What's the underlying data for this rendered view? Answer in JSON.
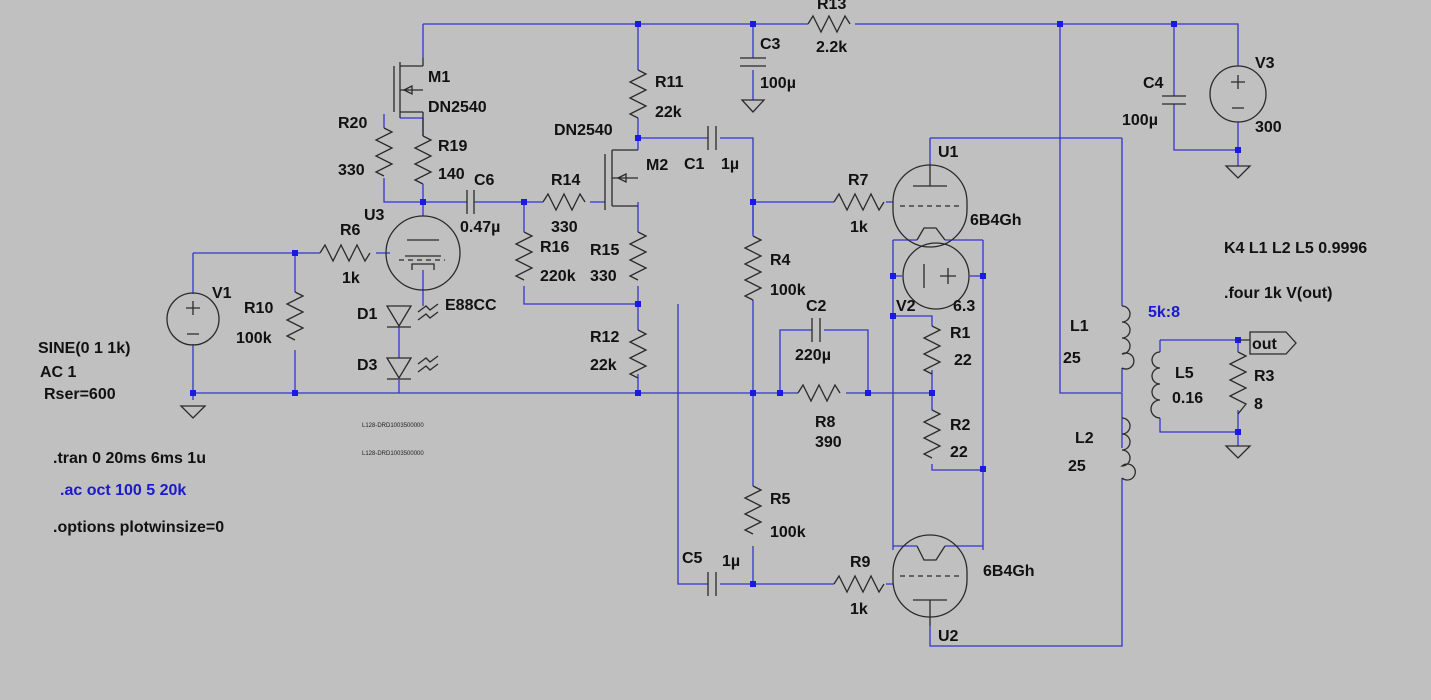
{
  "components": {
    "r13": {
      "name": "R13",
      "value": "2.2k"
    },
    "c3": {
      "name": "C3",
      "value": "100µ"
    },
    "c4": {
      "name": "C4",
      "value": "100µ"
    },
    "v3": {
      "name": "V3",
      "value": "300"
    },
    "m1": {
      "name": "M1",
      "value": "DN2540"
    },
    "m2": {
      "name": "M2",
      "value": "DN2540"
    },
    "r20": {
      "name": "R20",
      "value": "330"
    },
    "r19": {
      "name": "R19",
      "value": "140"
    },
    "r11": {
      "name": "R11",
      "value": "22k"
    },
    "c1": {
      "name": "C1",
      "value": "1µ"
    },
    "u1": {
      "name": "U1",
      "value": "6B4Gh"
    },
    "u2": {
      "name": "U2",
      "value": "6B4Gh"
    },
    "u3": {
      "name": "U3",
      "value": "E88CC"
    },
    "c6": {
      "name": "C6",
      "value": "0.47µ"
    },
    "r14": {
      "name": "R14",
      "value": "330"
    },
    "r16": {
      "name": "R16",
      "value": "220k"
    },
    "r15": {
      "name": "R15",
      "value": "330"
    },
    "r7": {
      "name": "R7",
      "value": "1k"
    },
    "r6": {
      "name": "R6",
      "value": "1k"
    },
    "v1": {
      "name": "V1",
      "line1": "SINE(0 1 1k)",
      "line2": "AC 1",
      "line3": "Rser=600"
    },
    "r10": {
      "name": "R10",
      "value": "100k"
    },
    "d1": {
      "name": "D1"
    },
    "d3": {
      "name": "D3"
    },
    "r12": {
      "name": "R12",
      "value": "22k"
    },
    "r4": {
      "name": "R4",
      "value": "100k"
    },
    "c2": {
      "name": "C2",
      "value": "220µ"
    },
    "r8": {
      "name": "R8",
      "value": "390"
    },
    "v2": {
      "name": "V2",
      "value": "6.3"
    },
    "r1": {
      "name": "R1",
      "value": "22"
    },
    "r2": {
      "name": "R2",
      "value": "22"
    },
    "r5": {
      "name": "R5",
      "value": "100k"
    },
    "c5": {
      "name": "C5",
      "value": "1µ"
    },
    "r9": {
      "name": "R9",
      "value": "1k"
    },
    "l1": {
      "name": "L1",
      "value": "25"
    },
    "l2": {
      "name": "L2",
      "value": "25"
    },
    "l5": {
      "name": "L5",
      "value": "0.16"
    },
    "r3": {
      "name": "R3",
      "value": "8"
    }
  },
  "labels": {
    "out": "out",
    "ratio": "5k:8",
    "part_code_1": "L128-DRD1003500000",
    "part_code_2": "L128-DRD1003500000"
  },
  "directives": {
    "coupling": "K4 L1 L2 L5 0.9996",
    "four": ".four 1k V(out)",
    "tran": ".tran 0 20ms 6ms 1u",
    "ac": ".ac oct 100 5 20k",
    "options": ".options plotwinsize=0"
  },
  "colors": {
    "background": "#c0c0c0",
    "wire": "#3434d2",
    "component": "#2a2a2a",
    "junction": "#1a1ae6",
    "directive_ac": "#1a1acc"
  }
}
